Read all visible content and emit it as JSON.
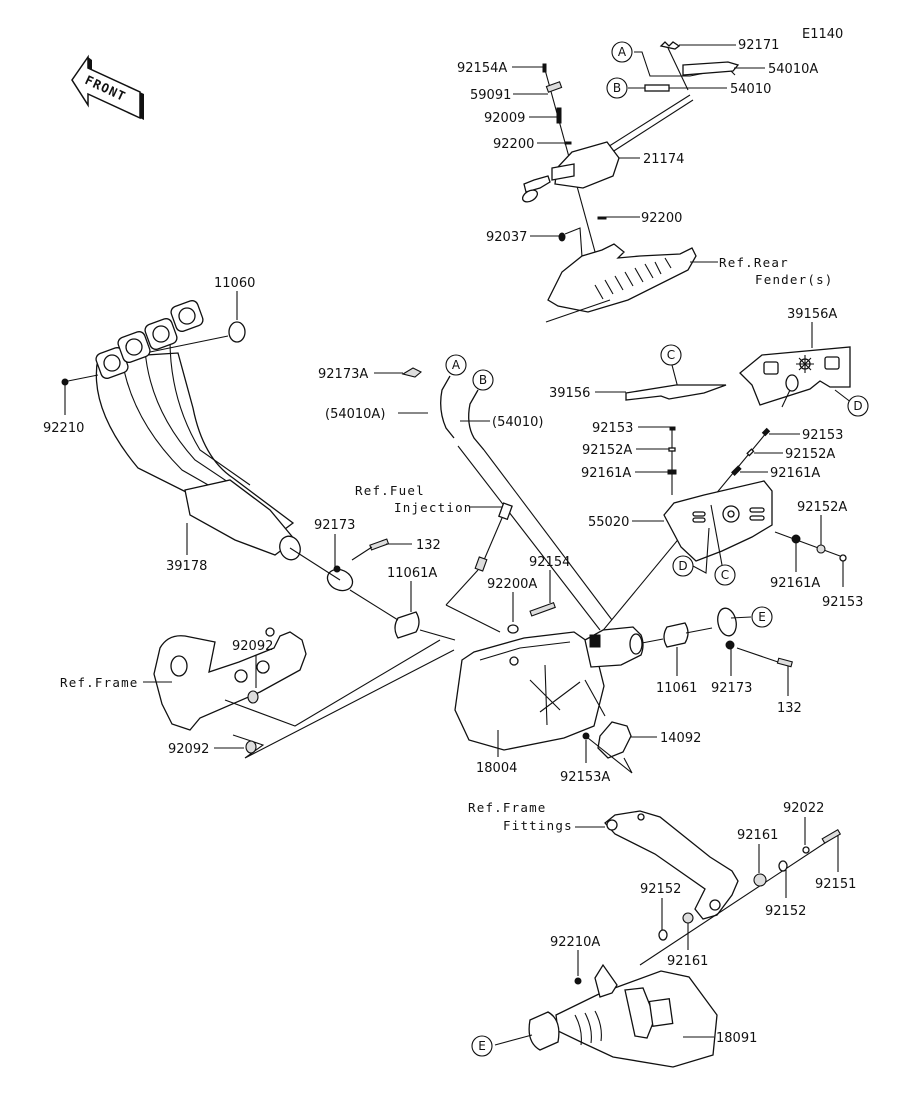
{
  "diagram": {
    "code": "E1140",
    "front_arrow": "FRONT",
    "callouts": {
      "a_top": "A",
      "b_top": "B",
      "a_mid": "A",
      "b_mid": "B",
      "c_top": "C",
      "d_top": "D",
      "d_mid": "D",
      "c_mid": "C",
      "e_mid": "E",
      "e_bot": "E"
    },
    "labels": {
      "p92171": "92171",
      "p54010A": "54010A",
      "p54010": "54010",
      "p92154A": "92154A",
      "p59091": "59091",
      "p92009": "92009",
      "p92200_top": "92200",
      "p21174": "21174",
      "p92200_low": "92200",
      "p92037": "92037",
      "ref_rear_fender_1": "Ref.Rear",
      "ref_rear_fender_2": "Fender(s)",
      "p11060": "11060",
      "p92210": "92210",
      "p39178": "39178",
      "p92173A": "92173A",
      "p54010A_paren": "(54010A)",
      "p54010_paren": "(54010)",
      "p39156A": "39156A",
      "p39156": "39156",
      "p92153_a": "92153",
      "p92152A_a": "92152A",
      "p92161A_a": "92161A",
      "p92153_b": "92153",
      "p92152A_b": "92152A",
      "p92161A_b": "92161A",
      "p55020": "55020",
      "p92152A_c": "92152A",
      "p92161A_c": "92161A",
      "p92153_c": "92153",
      "ref_fuel_1": "Ref.Fuel",
      "ref_fuel_2": "Injection",
      "p92173_left": "92173",
      "p132_left": "132",
      "p11061A": "11061A",
      "p92200A": "92200A",
      "p92154": "92154",
      "ref_frame": "Ref.Frame",
      "p92092_top": "92092",
      "p92092_bot": "92092",
      "p18004": "18004",
      "p11061": "11061",
      "p92173_right": "92173",
      "p132_right": "132",
      "p14092": "14092",
      "p92153A": "92153A",
      "ref_frame_fit_1": "Ref.Frame",
      "ref_frame_fit_2": "Fittings",
      "p92022": "92022",
      "p92161_top": "92161",
      "p92151": "92151",
      "p92152_right": "92152",
      "p92152_left": "92152",
      "p92161_bot": "92161",
      "p92210A": "92210A",
      "p18091": "18091"
    }
  }
}
